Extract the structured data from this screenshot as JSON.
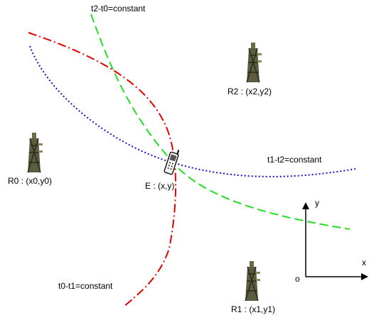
{
  "curves": {
    "t0_t1": {
      "label": "t0-t1=constant",
      "color": "#e00000",
      "style": "dash-dot"
    },
    "t2_t0": {
      "label": "t2-t0=constant",
      "color": "#22dd22",
      "style": "dashed"
    },
    "t1_t2": {
      "label": "t1-t2=constant",
      "color": "#1010cc",
      "style": "dotted"
    }
  },
  "receivers": [
    {
      "id": "R0",
      "label": "R0 : (x0,y0)",
      "icon": "antenna-tower-icon"
    },
    {
      "id": "R1",
      "label": "R1 : (x1,y1)",
      "icon": "antenna-tower-icon"
    },
    {
      "id": "R2",
      "label": "R2 : (x2,y2)",
      "icon": "antenna-tower-icon"
    }
  ],
  "emitter": {
    "label": "E : (x,y)",
    "icon": "mobile-phone-icon"
  },
  "axes": {
    "x_label": "x",
    "y_label": "y",
    "origin_label": "o"
  }
}
